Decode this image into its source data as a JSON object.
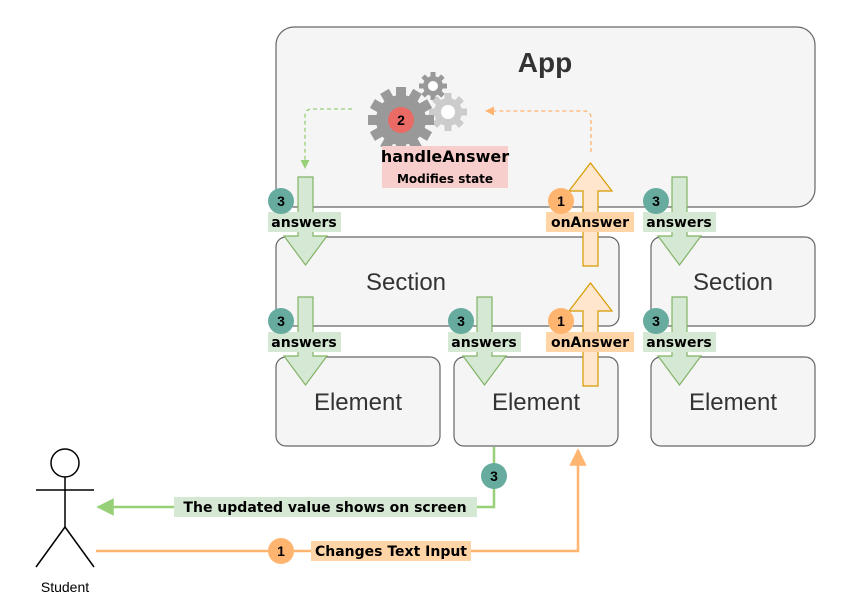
{
  "app": {
    "title": "App"
  },
  "handler": {
    "name": "handleAnswer",
    "note": "Modifies state",
    "step": "2"
  },
  "sections": [
    {
      "label": "Section"
    },
    {
      "label": "Section"
    }
  ],
  "elements": [
    {
      "label": "Element"
    },
    {
      "label": "Element"
    },
    {
      "label": "Element"
    }
  ],
  "flows": {
    "answers": {
      "label": "answers",
      "step": "3"
    },
    "onAnswer": {
      "label": "onAnswer",
      "step": "1"
    }
  },
  "student": {
    "label": "Student",
    "output_text": "The updated value shows on screen",
    "output_step": "3",
    "input_text": "Changes Text Input",
    "input_step": "1"
  },
  "colors": {
    "green_line": "#97d077",
    "orange_line": "#ffb570",
    "teal_badge": "#67ab9f",
    "orange_badge": "#ffb570",
    "red_badge": "#ea6b66",
    "gear_dark": "#999999",
    "gear_light": "#cccccc"
  },
  "icons": [
    "gear-cluster-icon",
    "stick-figure-icon"
  ]
}
